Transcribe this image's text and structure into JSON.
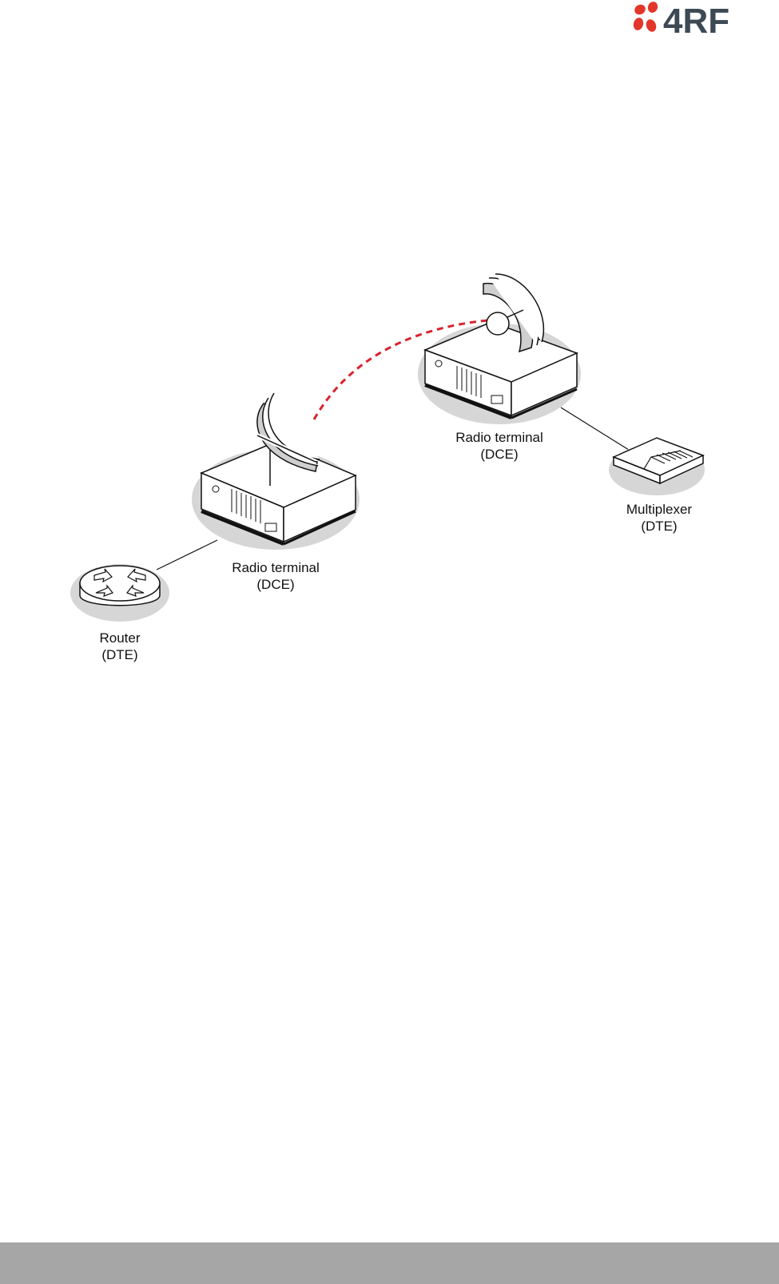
{
  "brand": {
    "logo_text": "4RF",
    "logo_icon": "4rf-petal-logo-icon",
    "accent_color": "#e2362a",
    "text_color": "#3d4a54"
  },
  "link": {
    "style": "dashed",
    "color": "#d9232d"
  },
  "nodes": {
    "radio_top": {
      "icon": "radio-terminal-icon",
      "name": "Radio terminal",
      "role": "(DCE)"
    },
    "radio_left": {
      "icon": "radio-terminal-icon",
      "name": "Radio terminal",
      "role": "(DCE)"
    },
    "multiplexer": {
      "icon": "multiplexer-icon",
      "name": "Multiplexer",
      "role": "(DTE)"
    },
    "router": {
      "icon": "router-icon",
      "name": "Router",
      "role": "(DTE)"
    }
  },
  "footer": {
    "bar_color": "#a6a6a6"
  }
}
